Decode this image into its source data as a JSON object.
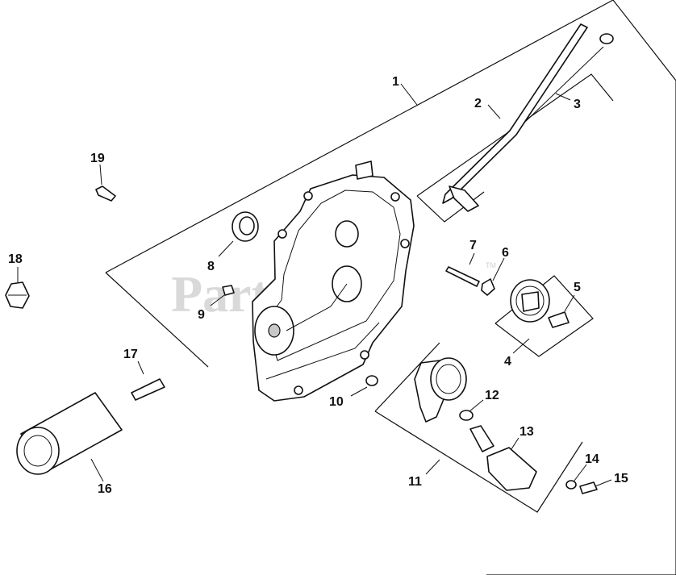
{
  "watermark": {
    "text": "PartsTree",
    "tm": "TM"
  },
  "callouts": [
    "1",
    "2",
    "3",
    "4",
    "5",
    "6",
    "7",
    "8",
    "9",
    "10",
    "11",
    "12",
    "13",
    "14",
    "15",
    "16",
    "17",
    "18",
    "19"
  ],
  "colors": {
    "ink": "#111111",
    "watermark": "#d9d9d9",
    "background": "#ffffff"
  }
}
